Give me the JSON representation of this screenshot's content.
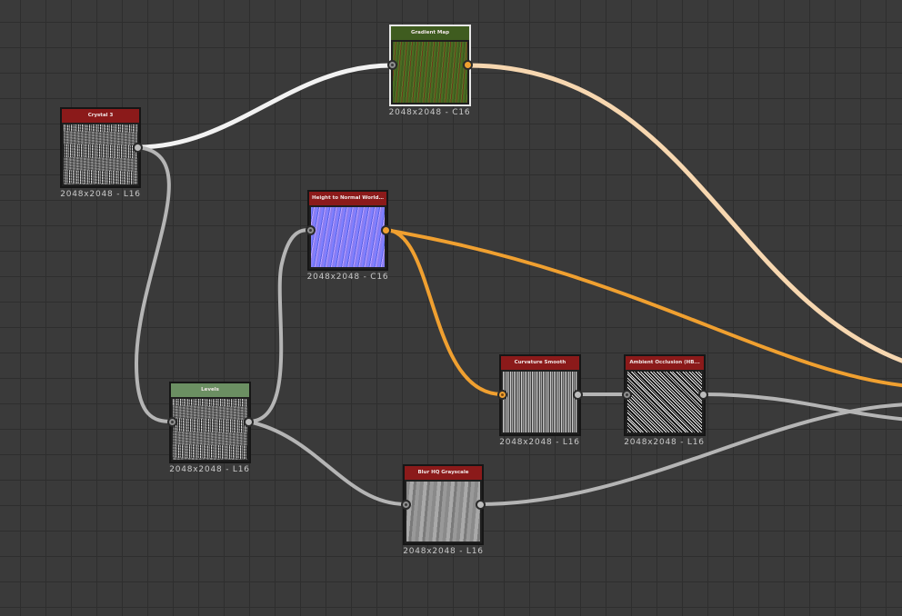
{
  "graph": {
    "nodes": {
      "crystal": {
        "title": "Crystal 3",
        "caption": "2048x2048 - L16",
        "header_color": "#8b1a1a"
      },
      "gradient": {
        "title": "Gradient Map",
        "caption": "2048x2048 - C16",
        "header_color": "#3f5c1f"
      },
      "height_normal": {
        "title": "Height to Normal World...",
        "caption": "2048x2048 - C16",
        "header_color": "#8b1a1a"
      },
      "levels": {
        "title": "Levels",
        "caption": "2048x2048 - L16",
        "header_color": "#6b8f62"
      },
      "curvature": {
        "title": "Curvature Smooth",
        "caption": "2048x2048 - L16",
        "header_color": "#8b1a1a"
      },
      "ao": {
        "title": "Ambient Occlusion (HB...",
        "caption": "2048x2048 - L16",
        "header_color": "#8b1a1a"
      },
      "blur": {
        "title": "Blur HQ Grayscale",
        "caption": "2048x2048 - L16",
        "header_color": "#8b1a1a"
      }
    },
    "wire_colors": {
      "grayscale": "#b5b5b5",
      "color": "#f7d7b0",
      "normal": "#f0a030",
      "selected": "#f2f2f2"
    }
  }
}
